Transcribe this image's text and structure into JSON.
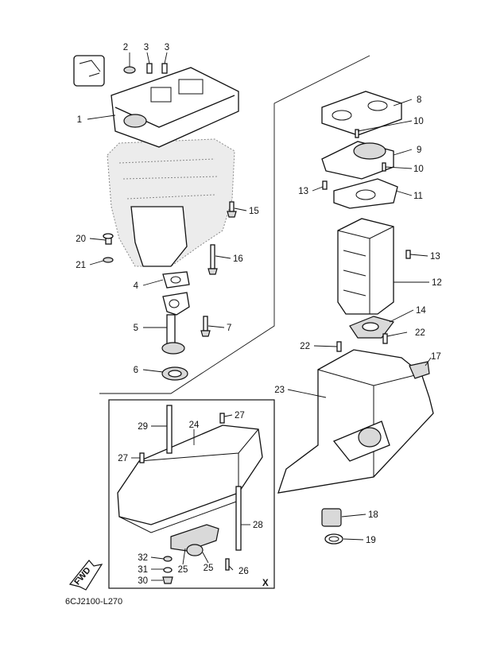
{
  "diagram": {
    "callouts": [
      "1",
      "2",
      "3",
      "3",
      "4",
      "5",
      "6",
      "7",
      "8",
      "9",
      "10",
      "10",
      "11",
      "12",
      "13",
      "13",
      "14",
      "15",
      "16",
      "17",
      "18",
      "19",
      "20",
      "21",
      "22",
      "22",
      "23",
      "24",
      "25",
      "25",
      "26",
      "27",
      "27",
      "28",
      "29",
      "30",
      "31",
      "32"
    ],
    "fwd_label": "FWD",
    "detail_mark": "X",
    "drawing_code": "6CJ2100-L270"
  }
}
